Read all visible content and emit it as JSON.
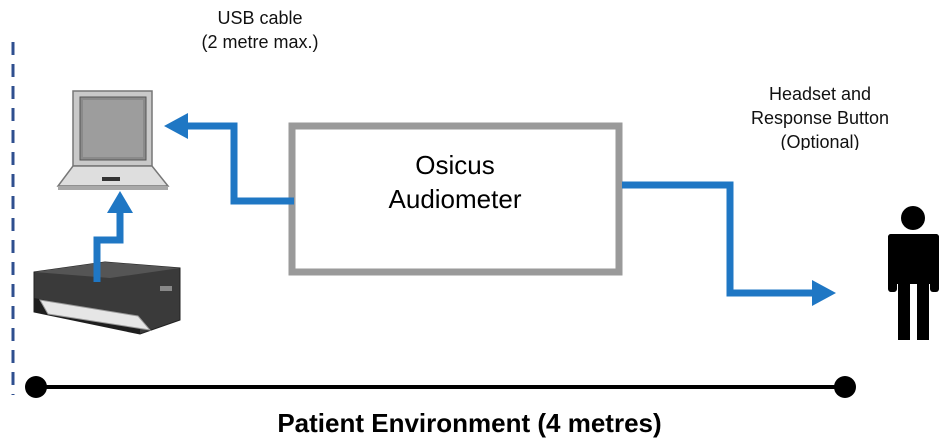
{
  "labels": {
    "usb_line1": "USB cable",
    "usb_line2": "(2 metre max.)",
    "headset_line1": "Headset and",
    "headset_line2": "Response Button",
    "headset_line3": "(Optional)",
    "audiometer_line1": "Osicus",
    "audiometer_line2": "Audiometer",
    "environment": "Patient Environment (4 metres)"
  },
  "colors": {
    "arrow": "#1f77c4",
    "box_border": "#9a9a9a",
    "boundary": "#2f4f8f",
    "line": "#000000"
  },
  "icons": [
    "laptop-icon",
    "printer-icon",
    "person-icon"
  ]
}
